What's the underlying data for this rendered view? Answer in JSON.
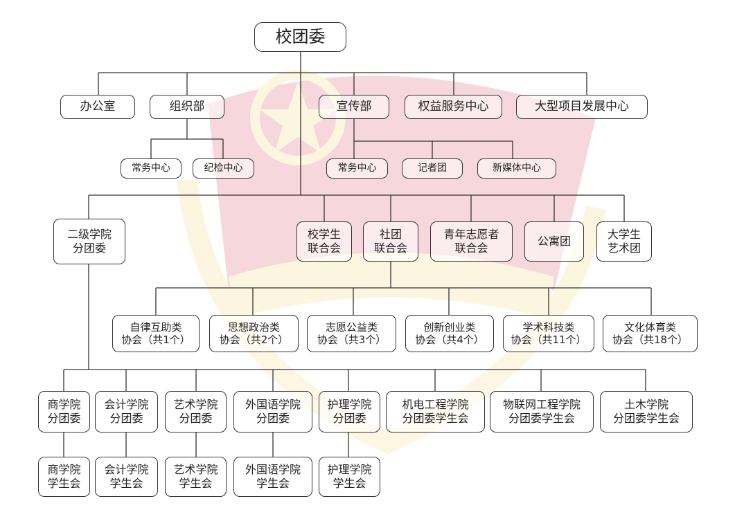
{
  "root": "校团委",
  "level1": {
    "office": "办公室",
    "organization": "组织部",
    "publicity": "宣传部",
    "rights": "权益服务中心",
    "projects": "大型项目发展中心"
  },
  "organization_children": [
    "常务中心",
    "纪检中心"
  ],
  "publicity_children": [
    "常务中心",
    "记者团",
    "新媒体中心"
  ],
  "level2": {
    "college_committee": [
      "二级学院",
      "分团委"
    ],
    "student_union": [
      "校学生",
      "联合会"
    ],
    "club_union": [
      "社团",
      "联合会"
    ],
    "volunteer_union": [
      "青年志愿者",
      "联合会"
    ],
    "dorm": "公寓团",
    "art_troupe": [
      "大学生",
      "艺术团"
    ]
  },
  "associations": [
    [
      "自律互助类",
      "协会（共1个）"
    ],
    [
      "思想政治类",
      "协会（共2个）"
    ],
    [
      "志愿公益类",
      "协会（共3个）"
    ],
    [
      "创新创业类",
      "协会（共4个）"
    ],
    [
      "学术科技类",
      "协会（共11个）"
    ],
    [
      "文化体育类",
      "协会（共18个）"
    ]
  ],
  "colleges": [
    [
      "商学院",
      "分团委"
    ],
    [
      "会计学院",
      "分团委"
    ],
    [
      "艺术学院",
      "分团委"
    ],
    [
      "外国语学院",
      "分团委"
    ],
    [
      "护理学院",
      "分团委"
    ],
    [
      "机电工程学院",
      "分团委学生会"
    ],
    [
      "物联网工程学院",
      "分团委学生会"
    ],
    [
      "土木学院",
      "分团委学生会"
    ]
  ],
  "college_unions": [
    [
      "商学院",
      "学生会"
    ],
    [
      "会计学院",
      "学生会"
    ],
    [
      "艺术学院",
      "学生会"
    ],
    [
      "外国语学院",
      "学生会"
    ],
    [
      "护理学院",
      "学生会"
    ]
  ],
  "colors": {
    "line": "#333333",
    "emblem_red": "#c8102e",
    "emblem_gold": "#f2c94c"
  }
}
